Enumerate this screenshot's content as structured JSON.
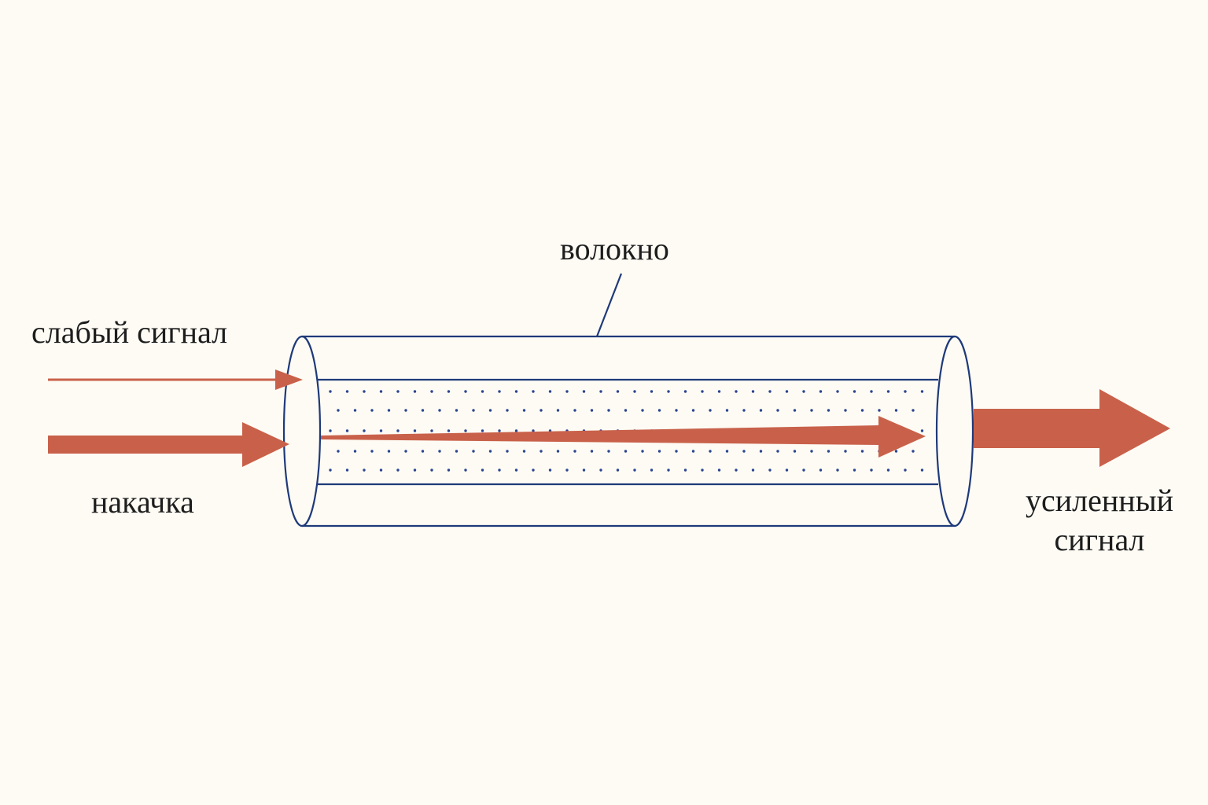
{
  "colors": {
    "background": "#fdfbf4",
    "fiber_outline": "#1f3a7a",
    "core_dots": "#2b4590",
    "arrow": "#c9614a",
    "text": "#1d1d1d"
  },
  "labels": {
    "fiber": "волокно",
    "weak_signal": "слабый сигнал",
    "pump": "накачка",
    "amplified_signal_line1": "усиленный",
    "amplified_signal_line2": "сигнал"
  }
}
